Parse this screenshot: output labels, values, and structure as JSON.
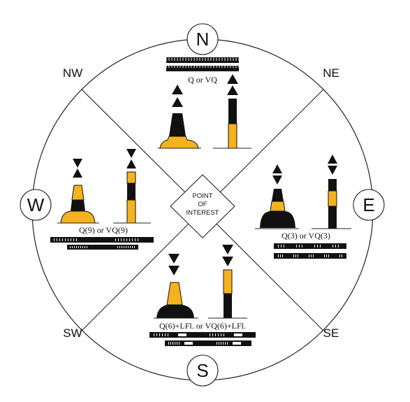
{
  "compass": {
    "north": "N",
    "south": "S",
    "east": "E",
    "west": "W",
    "northwest": "NW",
    "northeast": "NE",
    "southwest": "SW",
    "southeast": "SE"
  },
  "center": {
    "line1": "POINT",
    "line2": "OF",
    "line3": "INTEREST"
  },
  "characteristics": {
    "north": "Q or VQ",
    "east": "Q(3) or VQ(3)",
    "south": "Q(6)+LFl. or VQ(6)+LFl.",
    "west": "Q(9) or VQ(9)"
  },
  "colors": {
    "yellow": "#f5b21f",
    "black": "#111111",
    "line": "#222222"
  },
  "icons": {
    "topmark": "triangle-cone-icon",
    "buoy": "conical-buoy-icon",
    "spar": "spar-buoy-icon"
  }
}
